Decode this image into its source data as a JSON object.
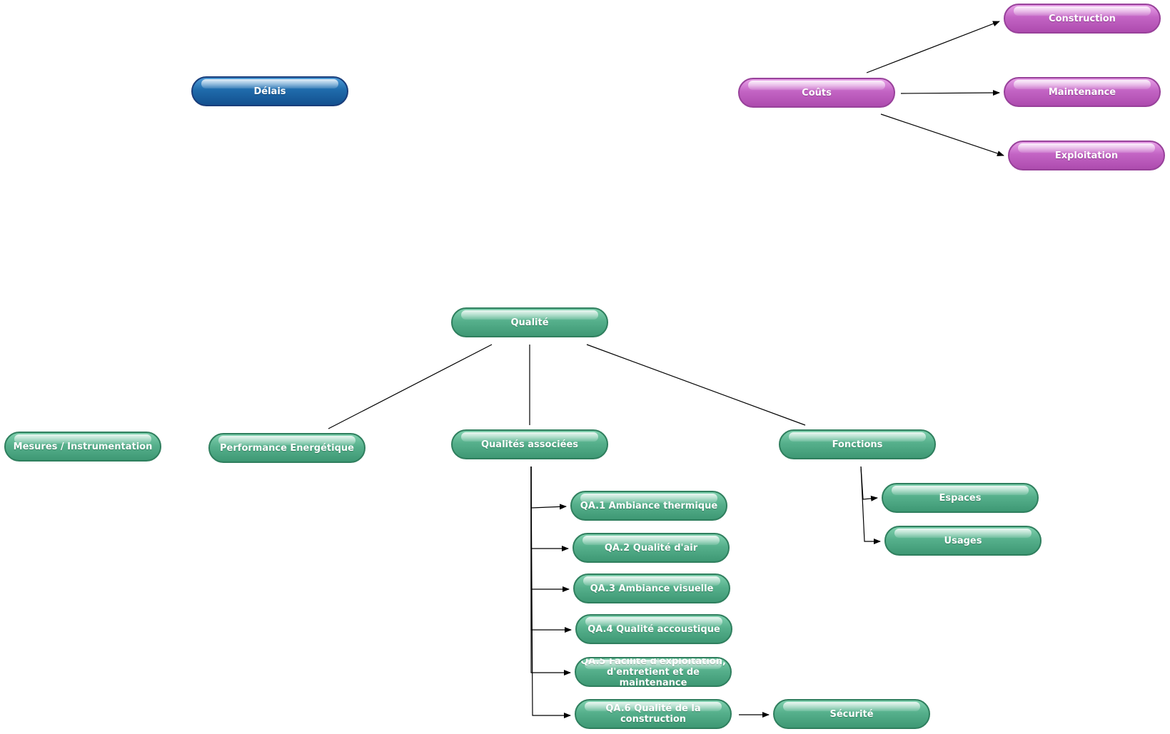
{
  "diagram": {
    "colors": {
      "green": "#4fa985",
      "purple": "#bd5cbe",
      "blue": "#1b62a3",
      "edge": "#000000"
    },
    "nodes": [
      {
        "id": "delais",
        "label": "Délais",
        "color": "blue"
      },
      {
        "id": "couts",
        "label": "Coûts",
        "color": "purple"
      },
      {
        "id": "construction",
        "label": "Construction",
        "color": "purple"
      },
      {
        "id": "maintenance",
        "label": "Maintenance",
        "color": "purple"
      },
      {
        "id": "exploitation",
        "label": "Exploitation",
        "color": "purple"
      },
      {
        "id": "qualite",
        "label": "Qualité",
        "color": "green"
      },
      {
        "id": "mesures",
        "label": "Mesures / Instrumentation",
        "color": "green"
      },
      {
        "id": "performance",
        "label": "Performance Energétique",
        "color": "green"
      },
      {
        "id": "qualites_associees",
        "label": "Qualités associées",
        "color": "green"
      },
      {
        "id": "fonctions",
        "label": "Fonctions",
        "color": "green"
      },
      {
        "id": "espaces",
        "label": "Espaces",
        "color": "green"
      },
      {
        "id": "usages",
        "label": "Usages",
        "color": "green"
      },
      {
        "id": "qa1",
        "label": "QA.1 Ambiance thermique",
        "color": "green"
      },
      {
        "id": "qa2",
        "label": "QA.2 Qualité d'air",
        "color": "green"
      },
      {
        "id": "qa3",
        "label": "QA.3 Ambiance visuelle",
        "color": "green"
      },
      {
        "id": "qa4",
        "label": "QA.4 Qualité accoustique",
        "color": "green"
      },
      {
        "id": "qa5",
        "label": "QA.5 Facilité d'exploitation,\nd'entretient et de maintenance",
        "color": "green"
      },
      {
        "id": "qa6",
        "label": "QA.6 Qualité de la construction",
        "color": "green"
      },
      {
        "id": "securite",
        "label": "Sécurité",
        "color": "green"
      }
    ],
    "edges": [
      {
        "from": "couts",
        "to": "construction",
        "arrow": true
      },
      {
        "from": "couts",
        "to": "maintenance",
        "arrow": true
      },
      {
        "from": "couts",
        "to": "exploitation",
        "arrow": true
      },
      {
        "from": "qualite",
        "to": "performance",
        "arrow": false
      },
      {
        "from": "qualite",
        "to": "qualites_associees",
        "arrow": false
      },
      {
        "from": "qualite",
        "to": "fonctions",
        "arrow": false
      },
      {
        "from": "qualites_associees",
        "to": "qa1",
        "arrow": true
      },
      {
        "from": "qualites_associees",
        "to": "qa2",
        "arrow": true
      },
      {
        "from": "qualites_associees",
        "to": "qa3",
        "arrow": true
      },
      {
        "from": "qualites_associees",
        "to": "qa4",
        "arrow": true
      },
      {
        "from": "qualites_associees",
        "to": "qa5",
        "arrow": true
      },
      {
        "from": "qualites_associees",
        "to": "qa6",
        "arrow": true
      },
      {
        "from": "fonctions",
        "to": "espaces",
        "arrow": true
      },
      {
        "from": "fonctions",
        "to": "usages",
        "arrow": true
      },
      {
        "from": "qa6",
        "to": "securite",
        "arrow": true
      }
    ]
  }
}
